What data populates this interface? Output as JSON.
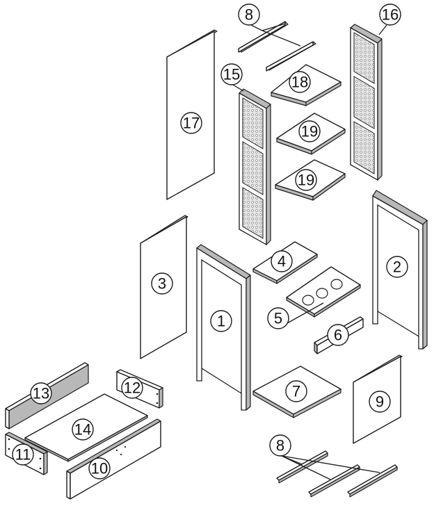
{
  "diagram": {
    "labels": {
      "side_panel_left": "1",
      "side_panel_right": "2",
      "back_panel": "3",
      "shelf_4": "4",
      "hob_panel": "5",
      "rail_6": "6",
      "base_panel": "7",
      "rods_top": "8",
      "rods_bottom": "8",
      "front_panel": "9",
      "drawer_front": "10",
      "drawer_side_left": "11",
      "drawer_side_right": "12",
      "drawer_back": "13",
      "drawer_bottom": "14",
      "mesh_door_left": "15",
      "mesh_door_right": "16",
      "tall_panel": "17",
      "shelf_18": "18",
      "shelf_19_upper": "19",
      "shelf_19_lower": "19"
    }
  }
}
